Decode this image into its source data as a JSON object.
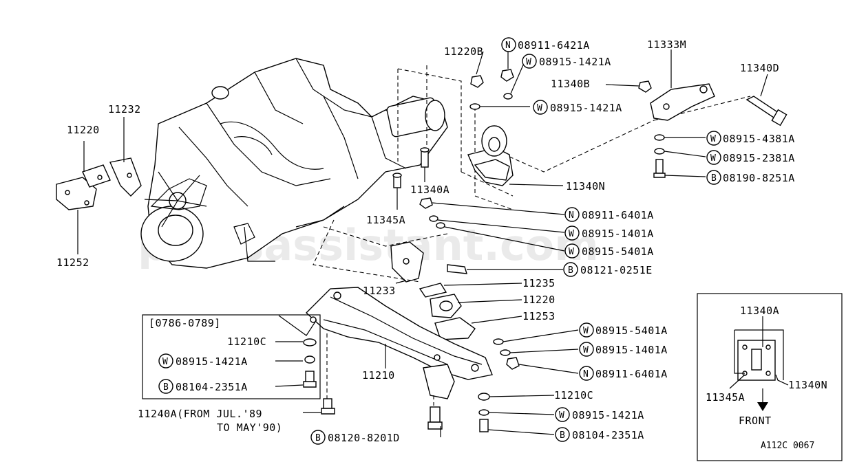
{
  "watermark": "partsassistant.com",
  "diagram_code": "A112C 0067",
  "parts": {
    "p11220B": "11220B",
    "n_08911_6421A": "08911-6421A",
    "w_08915_1421A_top": "08915-1421A",
    "p11333M": "11333M",
    "p11340D": "11340D",
    "p11340B": "11340B",
    "w_08915_1421A_mid": "08915-1421A",
    "w_08915_4381A": "08915-4381A",
    "w_08915_2381A": "08915-2381A",
    "b_08190_8251A": "08190-8251A",
    "p11340N": "11340N",
    "p11340A": "11340A",
    "p11232": "11232",
    "p11220_left": "11220",
    "p11252": "11252",
    "p11345A": "11345A",
    "n_08911_6401A_top": "08911-6401A",
    "w_08915_1401A_top": "08915-1401A",
    "w_08915_5401A_top": "08915-5401A",
    "b_08121_0251E": "08121-0251E",
    "p11233": "11233",
    "p11235": "11235",
    "p11220_right": "11220",
    "p11253": "11253",
    "w_08915_5401A_bot": "08915-5401A",
    "w_08915_1401A_bot": "08915-1401A",
    "n_08911_6401A_bot": "08911-6401A",
    "inset_range": "[0786-0789]",
    "p11210C_left": "11210C",
    "w_08915_1421A_left": "08915-1421A",
    "b_08104_2351A_left": "08104-2351A",
    "p11210": "11210",
    "p11240A_line1": "11240A(FROM JUL.'89",
    "p11240A_line2": "TO MAY'90)",
    "b_08120_8201D": "08120-8201D",
    "p11210C_right": "11210C",
    "w_08915_1421A_right": "08915-1421A",
    "b_08104_2351A_right": "08104-2351A"
  },
  "callouts": {
    "N": "N",
    "W": "W",
    "B": "B"
  },
  "inset": {
    "p11340A": "11340A",
    "p11345A": "11345A",
    "p11340N": "11340N",
    "front": "FRONT"
  }
}
